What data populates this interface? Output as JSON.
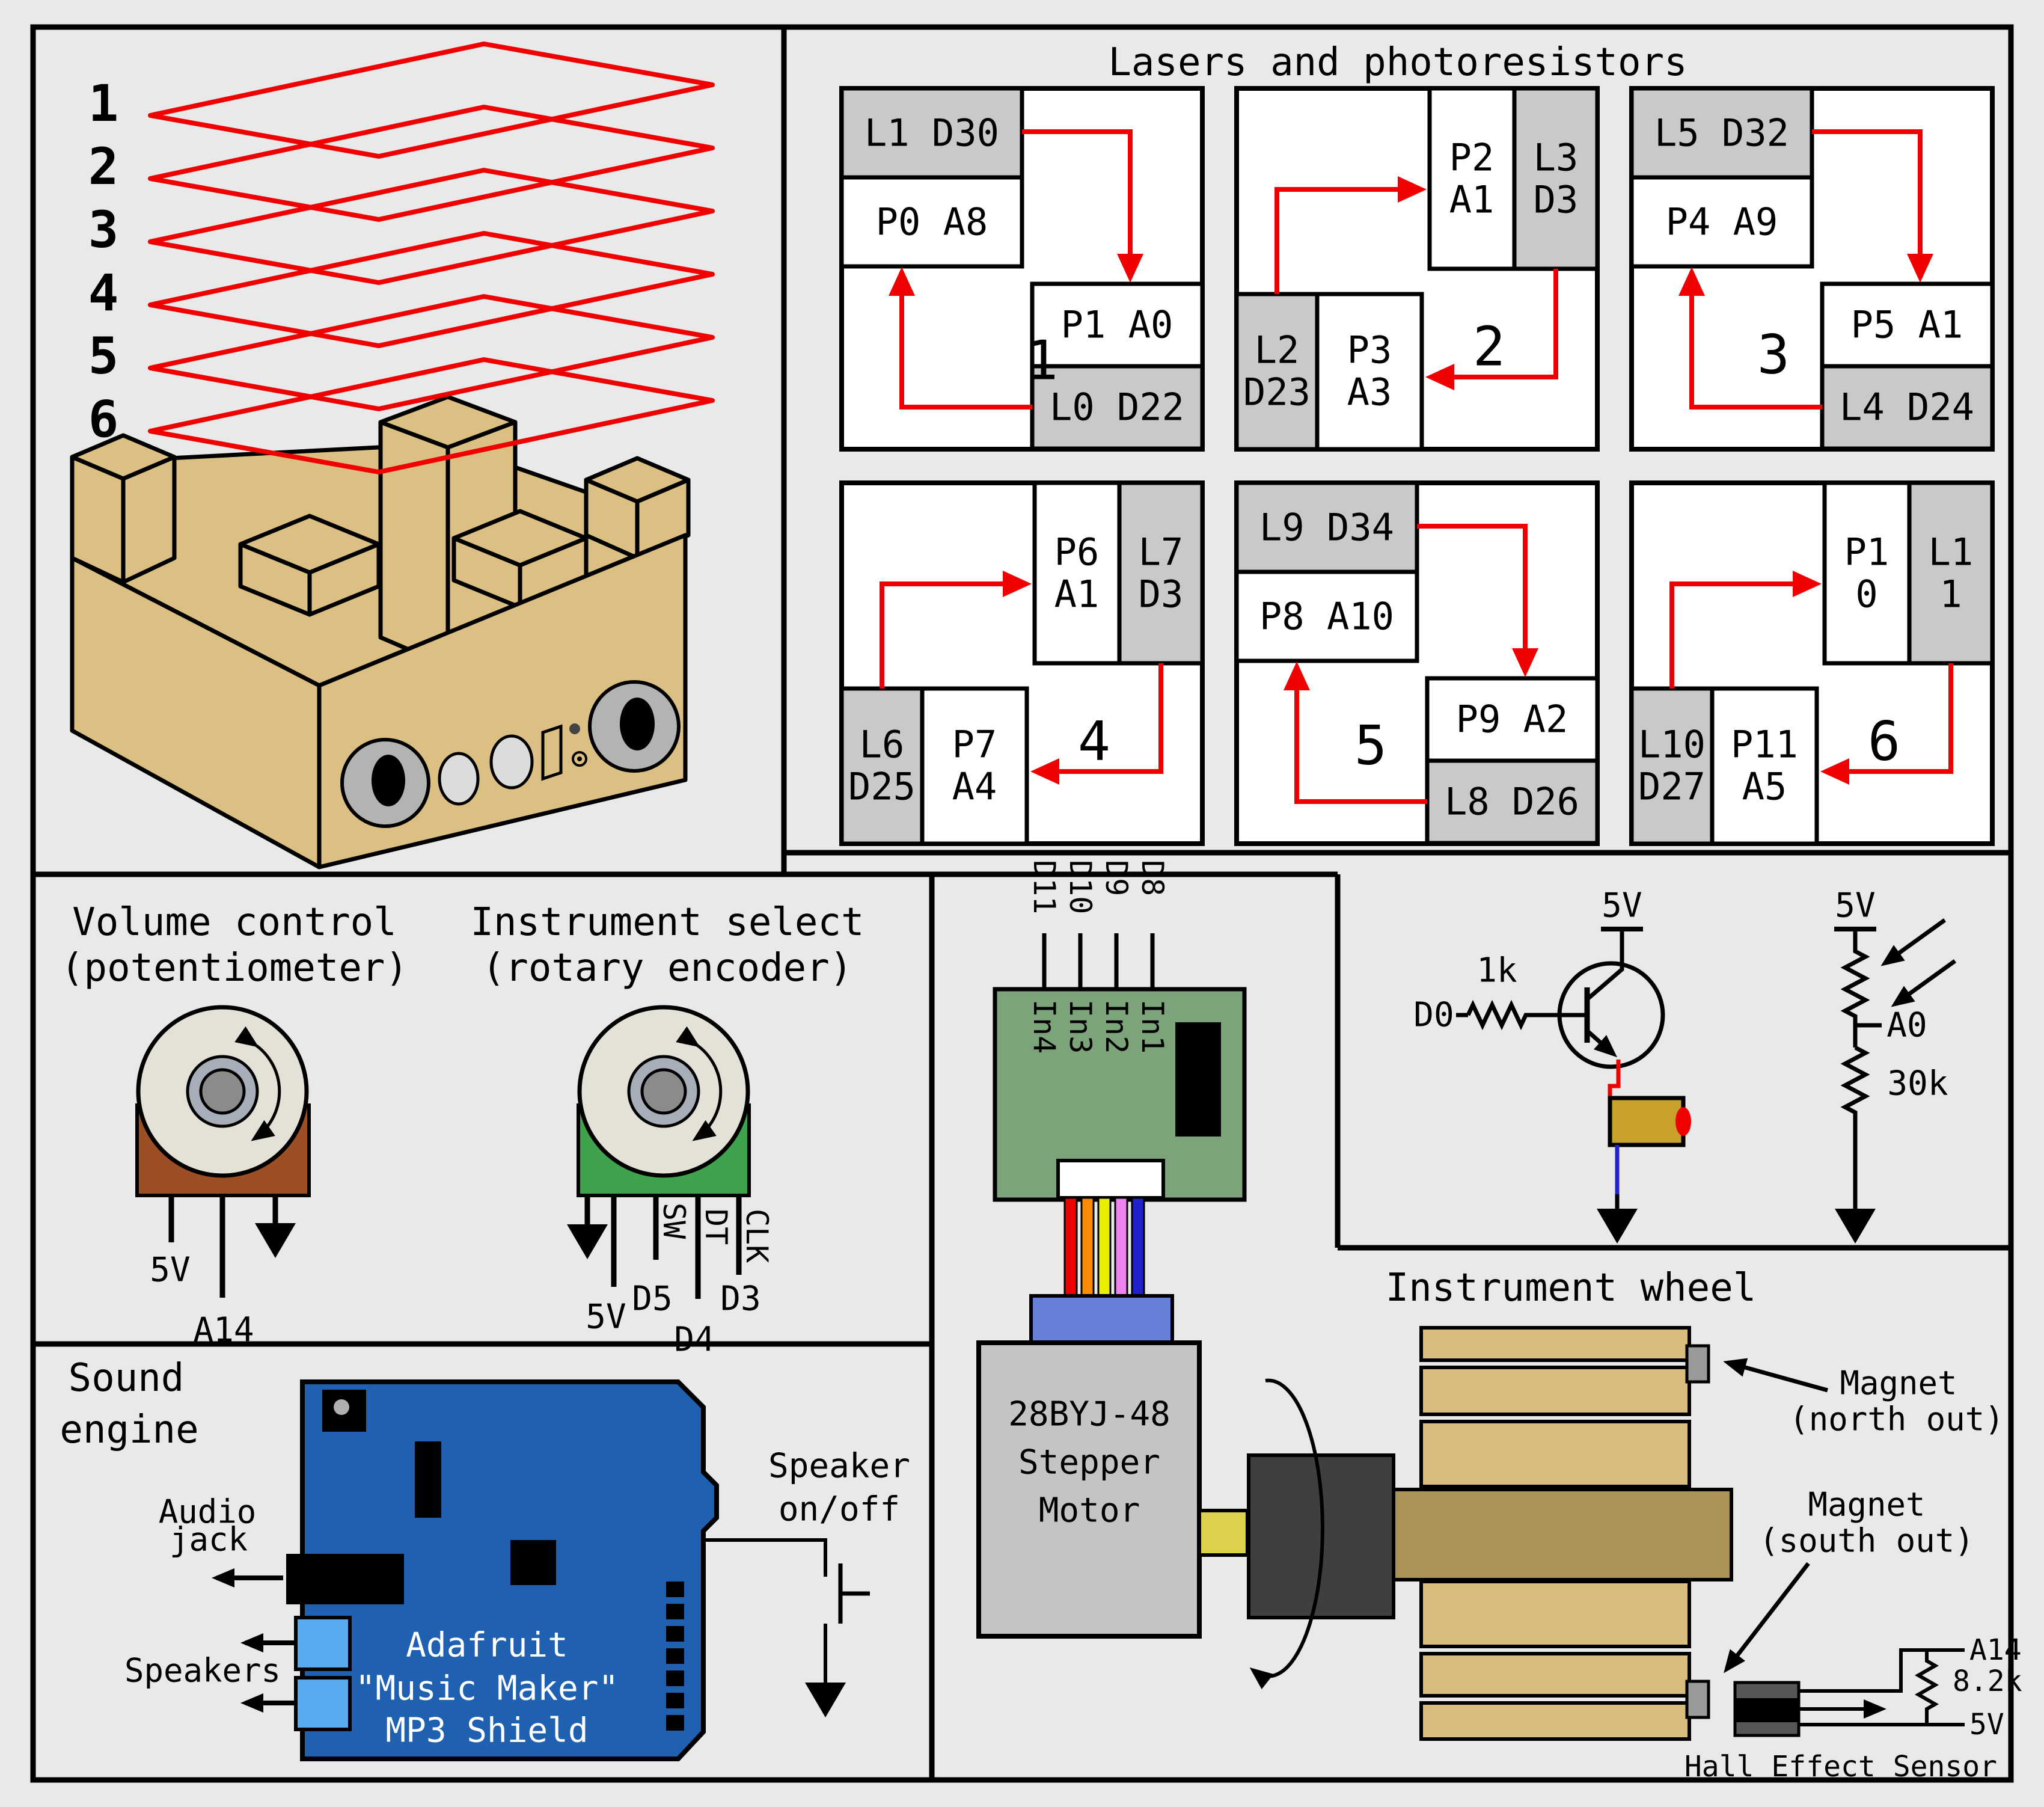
{
  "colors": {
    "background": "#e9e9e9",
    "laser_red": "#f00000",
    "box_gray": "#c9c9c9",
    "wood_tan": "#dcc083",
    "hub_tan": "#ab9355",
    "board_green": "#7ca37a",
    "board_blue": "#2060b0",
    "terminal_blue": "#58aaf0",
    "pot_brown": "#9c4f24",
    "encoder_green": "#3fa24c",
    "motor_gray": "#c4c4c4",
    "coupler_gray": "#3f3f3f",
    "shaft_yellow": "#ddd04a",
    "connector_blue": "#6680d8",
    "laser_gold": "#c8a12b",
    "dial_beige": "#e4e1d6"
  },
  "enclosure": {
    "layer_numbers": [
      "1",
      "2",
      "3",
      "4",
      "5",
      "6"
    ]
  },
  "lasers": {
    "title": "Lasers and photoresistors",
    "squares": [
      {
        "number": "1",
        "laser_top": "L1 D30",
        "photo_top": "P0 A8",
        "photo_bottom": "P1 A0",
        "laser_bottom": "L0 D22"
      },
      {
        "number": "2",
        "photo_r1": "P2",
        "photo_r2": "A1",
        "laser_r1": "L3",
        "laser_r2": "D3",
        "laser_l1": "L2",
        "laser_l2": "D23",
        "photo_l1": "P3",
        "photo_l2": "A3"
      },
      {
        "number": "3",
        "laser_top": "L5 D32",
        "photo_top": "P4 A9",
        "photo_bottom": "P5 A1",
        "laser_bottom": "L4 D24"
      },
      {
        "number": "4",
        "photo_r1": "P6",
        "photo_r2": "A1",
        "laser_r1": "L7",
        "laser_r2": "D3",
        "laser_l1": "L6",
        "laser_l2": "D25",
        "photo_l1": "P7",
        "photo_l2": "A4"
      },
      {
        "number": "5",
        "laser_top": "L9 D34",
        "photo_top": "P8 A10",
        "photo_bottom": "P9 A2",
        "laser_bottom": "L8 D26"
      },
      {
        "number": "6",
        "photo_r1": "P1",
        "photo_r2": "0",
        "laser_r1": "L1",
        "laser_r2": "1",
        "laser_l1": "L10",
        "laser_l2": "D27",
        "photo_l1": "P11",
        "photo_l2": "A5"
      }
    ]
  },
  "volume": {
    "title": "Volume control",
    "subtitle": "(potentiometer)",
    "pin_5v": "5V",
    "pin_a14": "A14"
  },
  "encoder": {
    "title": "Instrument select",
    "subtitle": "(rotary encoder)",
    "pin_5v": "5V",
    "pin_sw": "SW",
    "pin_d5": "D5",
    "pin_dt": "DT",
    "pin_d4": "D4",
    "pin_clk": "CLK",
    "pin_d3": "D3"
  },
  "driver": {
    "d_pins": [
      "D11",
      "D10",
      "D9",
      "D8"
    ],
    "in_pins": [
      "In4",
      "In3",
      "In2",
      "In1"
    ]
  },
  "motor": {
    "line1": "28BYJ-48",
    "line2": "Stepper",
    "line3": "Motor"
  },
  "laser_circuit": {
    "v5": "5V",
    "resistor": "1k",
    "d0": "D0"
  },
  "photo_circuit": {
    "v5": "5V",
    "a0": "A0",
    "resistor": "30k"
  },
  "wheel": {
    "title": "Instrument wheel",
    "magnet_north_line1": "Magnet",
    "magnet_north_line2": "(north out)",
    "magnet_south_line1": "Magnet",
    "magnet_south_line2": "(south out)",
    "hall_label": "Hall Effect Sensor",
    "a14": "A14",
    "resistor": "8.2k",
    "v5": "5V"
  },
  "sound": {
    "title_line1": "Sound",
    "title_line2": "engine",
    "audio_line1": "Audio",
    "audio_line2": "jack",
    "speakers": "Speakers",
    "board_line1": "Adafruit",
    "board_line2": "\"Music Maker\"",
    "board_line3": "MP3 Shield",
    "switch_line1": "Speaker",
    "switch_line2": "on/off"
  }
}
